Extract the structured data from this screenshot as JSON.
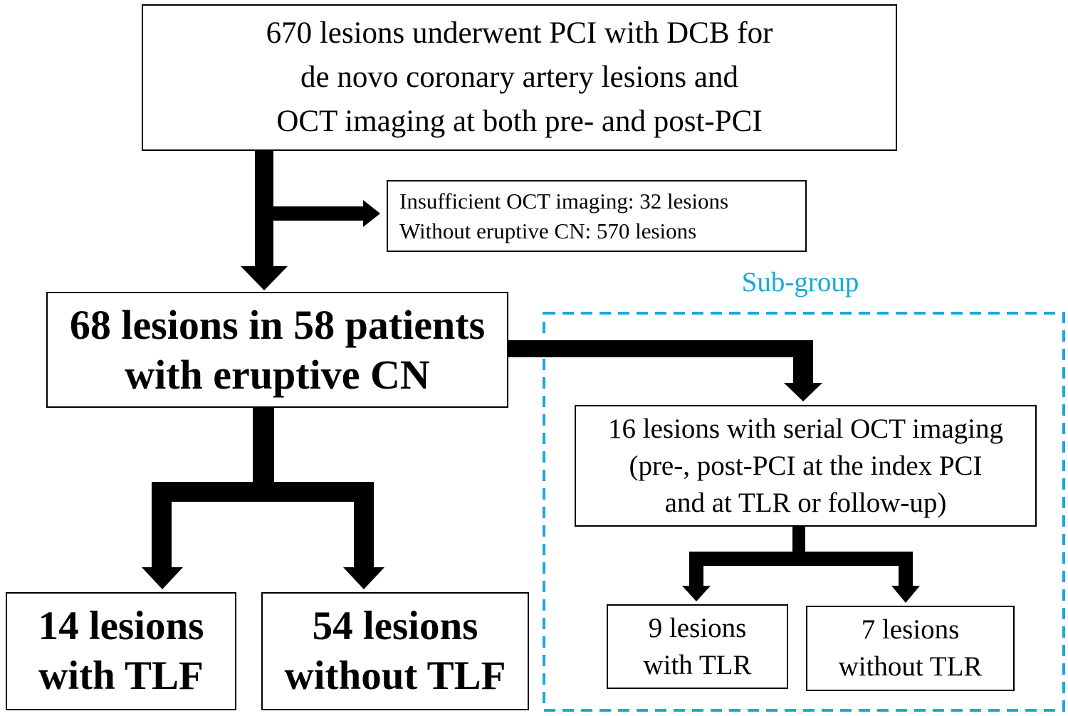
{
  "colors": {
    "line": "#000000",
    "subgroup": "#1aa7e0",
    "background": "#ffffff"
  },
  "top_box": {
    "lines": [
      "670 lesions underwent PCI with DCB for",
      "de novo coronary artery lesions and",
      "OCT imaging at both pre- and post-PCI"
    ]
  },
  "exclusion_box": {
    "lines": [
      "Insufficient OCT imaging: 32 lesions",
      "Without eruptive CN: 570 lesions"
    ]
  },
  "main_box": {
    "lines": [
      "68 lesions in 58 patients",
      "with eruptive CN"
    ]
  },
  "subgroup": {
    "label": "Sub-group",
    "serial_box": {
      "lines": [
        "16 lesions with serial OCT imaging",
        "(pre-, post-PCI at the index PCI",
        "and at TLR or follow-up)"
      ]
    },
    "with_tlr": {
      "lines": [
        "9 lesions",
        "with TLR"
      ]
    },
    "without_tlr": {
      "lines": [
        "7 lesions",
        "without TLR"
      ]
    }
  },
  "with_tlf": {
    "lines": [
      "14 lesions",
      "with TLF"
    ]
  },
  "without_tlf": {
    "lines": [
      "54 lesions",
      "without TLF"
    ]
  }
}
